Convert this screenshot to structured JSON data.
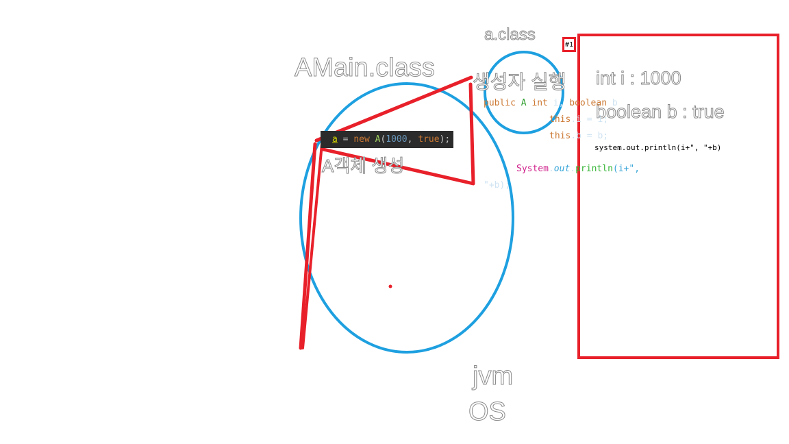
{
  "labels": {
    "a_class": "a.class",
    "amain_class": "AMain.class",
    "constructor_run": "생성자 실행",
    "object_create": "A객체 생성",
    "jvm": "jvm",
    "os": "OS",
    "int_i": "int i : 1000",
    "boolean_b": "boolean b : true",
    "tag": "#1"
  },
  "code": {
    "new_a_var": "a",
    "new_a_eq": " = ",
    "new_a_new": "new ",
    "new_a_class": "A",
    "new_a_paren": "(",
    "new_a_num": "1000",
    "new_a_comma": ", ",
    "new_a_true": "true",
    "new_a_end": ");",
    "ctor_public": "public ",
    "ctor_A": "A ",
    "ctor_int": "int ",
    "ctor_i": "i, ",
    "ctor_boolean": "boolean ",
    "ctor_b": "b",
    "this_i_kw": "this",
    "this_i_rest": ".i = i;",
    "this_b_kw": "this",
    "this_b_rest": ".b = b;",
    "println_plain": "system.out.println(i+\", \"+b)",
    "sys_system": "System",
    "sys_dot1": ".",
    "sys_out": "out",
    "sys_dot2": ".",
    "sys_println": "println",
    "sys_args": "(i+\",",
    "sys_cont": "\"+b);"
  },
  "colors": {
    "red": "#e8202a",
    "blue": "#1ea0e0",
    "code_bg": "#2b2b2b",
    "keyword_orange": "#cc7832",
    "class_green": "#2e9e2e",
    "number_blue": "#6897bb",
    "system_magenta": "#d0228c",
    "out_cyan": "#3aa6d8",
    "println_green": "#35b535"
  }
}
